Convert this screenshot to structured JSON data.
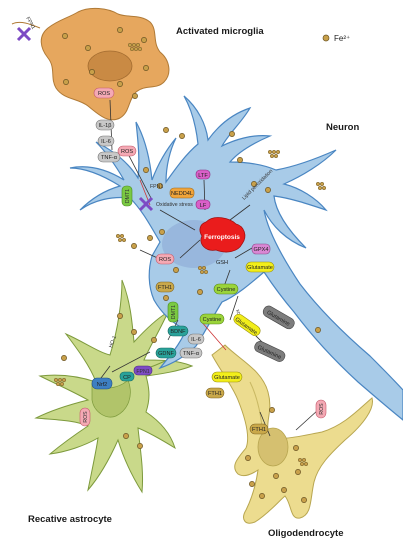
{
  "labels": {
    "microglia": "Activated microglia",
    "neuron": "Neuron",
    "astrocyte": "Recative astrocyte",
    "oligodendrocyte": "Oligodendrocyte",
    "iron_legend": "Fe²⁺"
  },
  "markers": {
    "ros_microglia": "ROS",
    "il1b": "IL-1β",
    "il6": "IL-6",
    "tnfa": "TNF-α",
    "ros_neuron_top": "ROS",
    "fpn1_neuron": "FPN1",
    "dmt1_neuron": "DMT1",
    "oxidative_stress": "Oxidative stress",
    "ltf": "LTF",
    "nedd4l": "NEDD4L",
    "lf": "LF",
    "lipid_peroxidation": "Lipid peroxidation",
    "ferroptosis": "Ferroptosis",
    "gpx4": "GPX4",
    "ros_neuron_mid": "ROS",
    "gsh": "GSH",
    "glutamate_neuron": "Glutamate",
    "fth1_neuron": "FTH1",
    "cystine_neuron": "Cystine",
    "xc": "xc⁻",
    "dmt1_astro": "DMT1",
    "cystine_astro": "Cystine",
    "glutamine_1": "Glutamine",
    "glutamate_astro": "Glutamate",
    "glutamine_2": "Glutamine",
    "bdnf": "BDNF",
    "gdnf": "GDNF",
    "il6_astro": "IL-6",
    "tnfa_astro": "TNF-α",
    "nrf2": "Nrf2",
    "ho1": "HO-1",
    "ros_astro": "ROS",
    "cp": "CP",
    "fpn1_astro": "FPN1",
    "glutamate_olig": "Glutamate",
    "fth1_olig_top": "FTH1",
    "ros_olig": "ROS",
    "fth1_olig": "FTH1",
    "fpn1_microglia": "FPN1"
  },
  "colors": {
    "neuron_fill": "#a8cbe8",
    "neuron_stroke": "#4a86c2",
    "microglia_fill": "#e6a75e",
    "astrocyte_fill": "#c9d98a",
    "oligodendrocyte_fill": "#ecdc8f",
    "ferroptosis": "#ea1c1c",
    "ros_pill": "#f4a9b4",
    "cytokine_pill": "#c8c8c8",
    "glutamate_pill": "#f2ee1a",
    "cystine_pill": "#9bd43a",
    "gpx4_pill": "#d987d4",
    "fth1_pill": "#c9a84a",
    "dmt1_pill": "#7ac943",
    "nrf2_pill": "#3d7fc2",
    "gdnf_pill": "#2aa29a",
    "iron_dot": "#c8a04a"
  }
}
